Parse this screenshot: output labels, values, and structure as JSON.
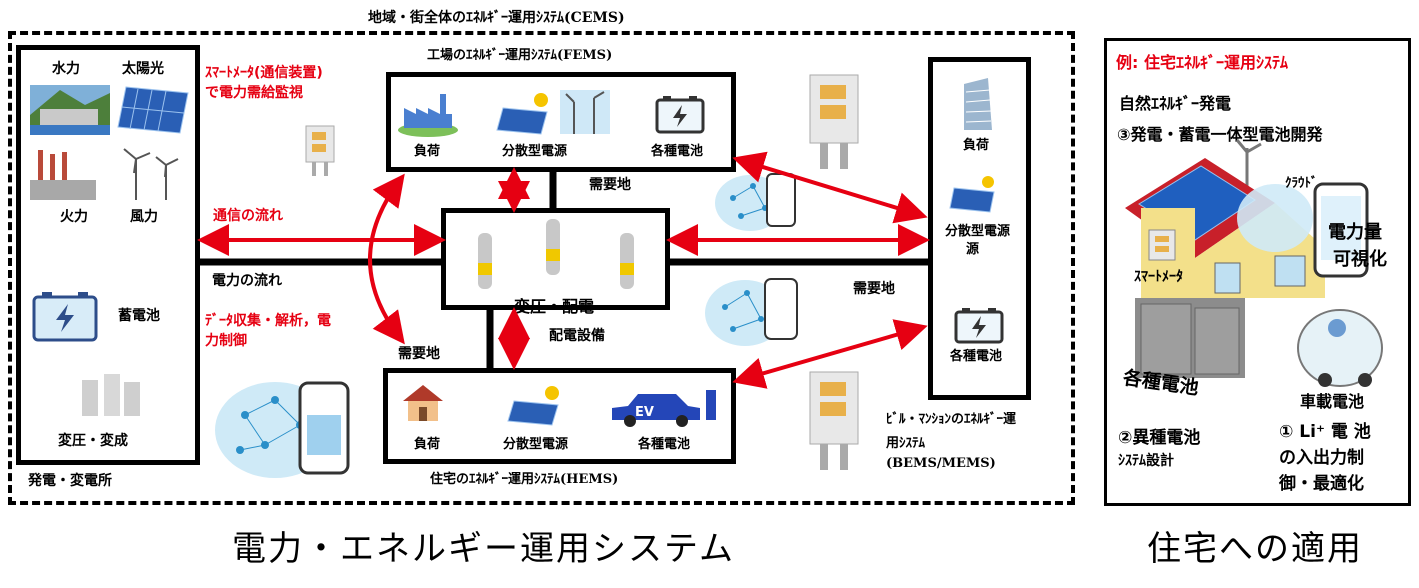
{
  "cems_title": "地域・街全体のｴﾈﾙｷﾞｰ運用ｼｽﾃﾑ(CEMS)",
  "fems": {
    "title": "工場のｴﾈﾙｷﾞｰ運用ｼｽﾃﾑ(FEMS)",
    "load": "負荷",
    "dist": "分散型電源",
    "battery": "各種電池"
  },
  "hems": {
    "title": "住宅のｴﾈﾙｷﾞｰ運用ｼｽﾃﾑ(HEMS)",
    "load": "負荷",
    "dist": "分散型電源",
    "battery": "各種電池",
    "ev": "EV"
  },
  "bems": {
    "load": "負荷",
    "dist": "分散型電源",
    "battery": "各種電池",
    "title_l1": "ﾋﾞﾙ・ﾏﾝｼｮﾝのｴﾈﾙｷﾞｰ運",
    "title_l2": "用ｼｽﾃﾑ",
    "title_l3": "(BEMS/MEMS)"
  },
  "plant": {
    "hydro": "水力",
    "solar": "太陽光",
    "thermal": "火力",
    "wind": "風力",
    "storage": "蓄電池",
    "transform": "変圧・変成",
    "caption": "発電・変電所"
  },
  "center": {
    "label": "変圧・配電",
    "caption": "配電設備"
  },
  "labels": {
    "smart_meter_l1": "ｽﾏｰﾄﾒｰﾀ(通信装置)",
    "smart_meter_l2": "で電力需給監視",
    "comm_flow": "通信の流れ",
    "power_flow": "電力の流れ",
    "data_l1": "ﾃﾞｰﾀ収集・解析，電",
    "data_l2": "力制御",
    "demand1": "需要地",
    "demand2": "需要地",
    "demand3": "需要地"
  },
  "example": {
    "title": "例: 住宅ｴﾈﾙｷﾞｰ運用ｼｽﾃﾑ",
    "natural": "自然ｴﾈﾙｷﾞｰ発電",
    "item3": "③発電・蓄電一体型電池開発",
    "cloud": "ｸﾗｳﾄﾞ",
    "visual_l1": "電力量",
    "visual_l2": "可視化",
    "smart_meter": "ｽﾏｰﾄﾒｰﾀ",
    "batteries": "各種電池",
    "vehicle": "車載電池",
    "item2_l1": "②異種電池",
    "item2_l2": "ｼｽﾃﾑ設計",
    "item1_l1": "① Li⁺ 電 池",
    "item1_l2": "の入出力制",
    "item1_l3": "御・最適化"
  },
  "bottom": {
    "left": "電力・エネルギー運用システム",
    "right": "住宅への適用"
  },
  "colors": {
    "arrow": "#e60012",
    "line": "#000000",
    "panel": "#1f5fbf",
    "house_roof": "#c8202a",
    "house_wall": "#f3e08a"
  }
}
